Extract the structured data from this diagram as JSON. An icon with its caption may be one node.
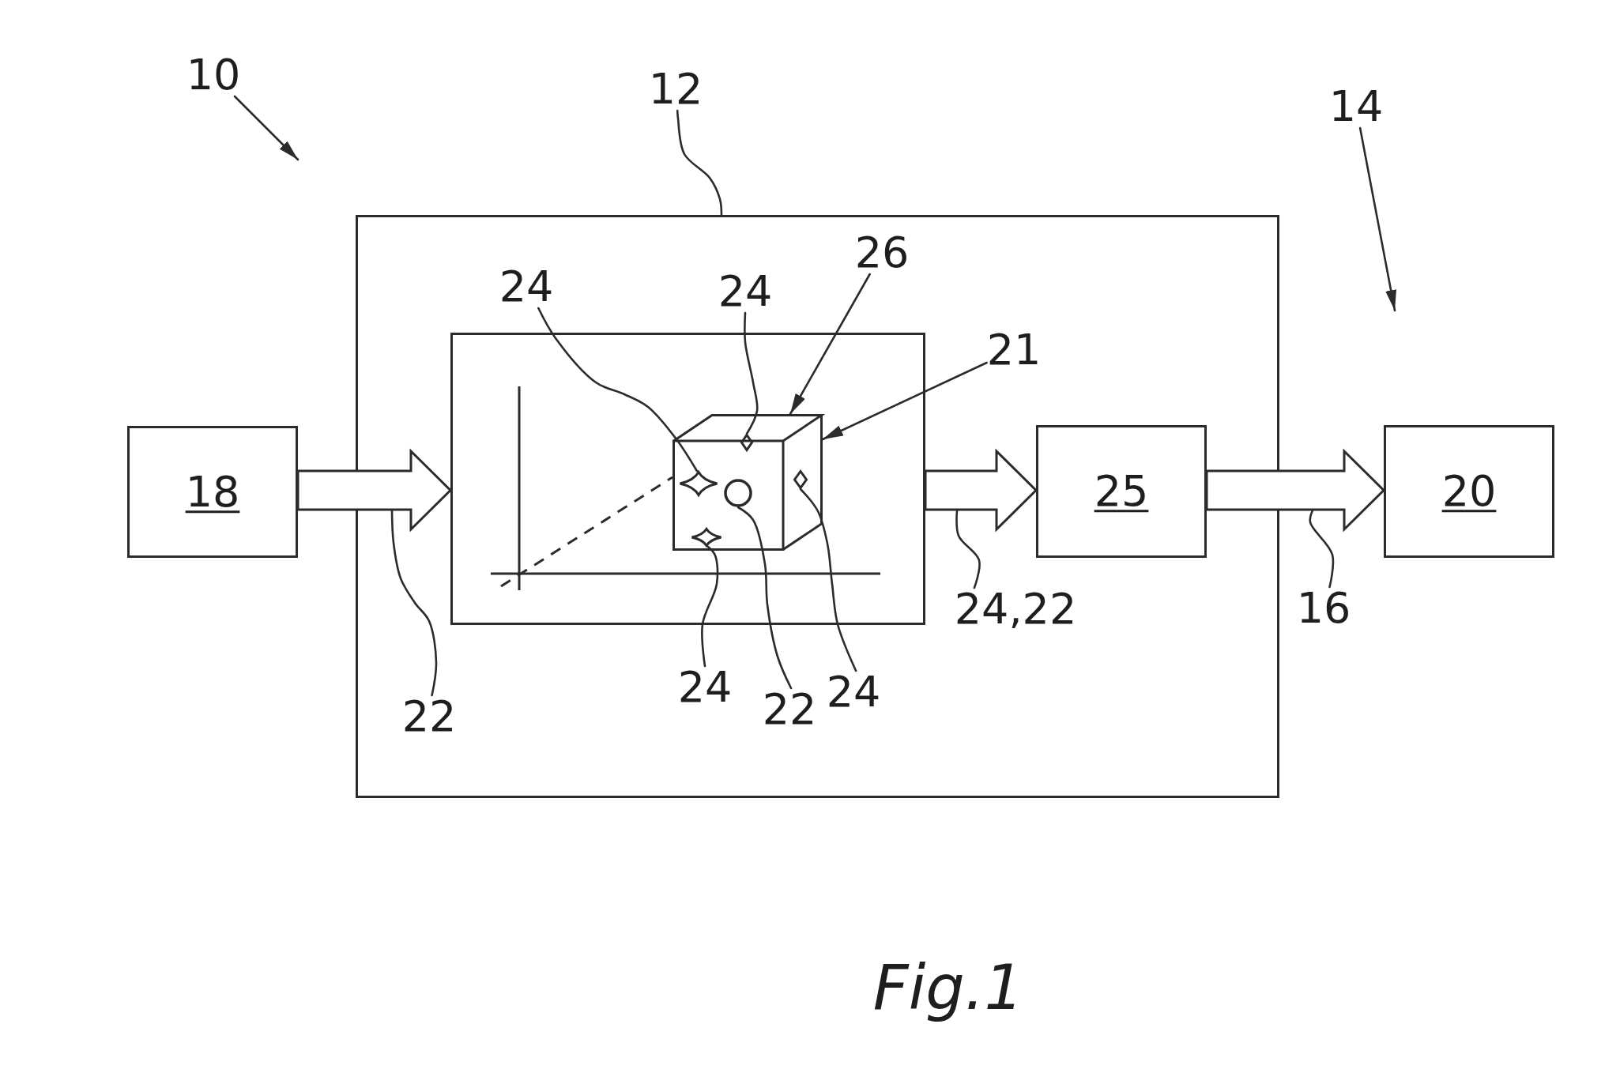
{
  "diagram": {
    "caption": "Fig.1",
    "nodes": [
      {
        "text": [
          "10"
        ]
      },
      {
        "text": [
          "12"
        ]
      },
      {
        "text": [
          "14"
        ]
      },
      {
        "text": [],
        "shape": "box"
      },
      {
        "text": [
          "26"
        ],
        "in": 3
      },
      {
        "text": [
          "24"
        ],
        "in": 3
      },
      {
        "text": [
          "24"
        ],
        "in": 3
      },
      {
        "text": [
          "21"
        ],
        "in": 3
      },
      {
        "text": [],
        "shape": "box",
        "in": 3
      },
      {
        "text": [],
        "shape": "cube",
        "in": 8
      },
      {
        "text": [],
        "shape": "diamond",
        "in": 9
      },
      {
        "text": [],
        "shape": "star",
        "in": 9
      },
      {
        "text": [],
        "shape": "circle",
        "in": 9
      },
      {
        "text": [],
        "shape": "diamond",
        "in": 9
      },
      {
        "text": [],
        "shape": "star",
        "in": 9
      },
      {
        "text": [
          "18"
        ]
      },
      {
        "text": [
          "25"
        ],
        "in": 3
      },
      {
        "text": [
          "20"
        ]
      },
      {
        "text": [
          "22"
        ],
        "in": 3
      },
      {
        "text": [
          "24,22"
        ],
        "in": 3
      },
      {
        "text": [
          "16"
        ]
      },
      {
        "text": [
          "24"
        ],
        "in": 3
      },
      {
        "text": [
          "22"
        ],
        "in": 3
      },
      {
        "text": [
          "24"
        ],
        "in": 3
      }
    ],
    "edges": [
      {
        "from": 0,
        "to": null,
        "arrow": "to"
      },
      {
        "from": 1,
        "to": 3,
        "arrow": "none"
      },
      {
        "from": 2,
        "to": null,
        "arrow": "to"
      },
      {
        "from": 4,
        "to": 9,
        "arrow": "to"
      },
      {
        "from": 5,
        "to": 11,
        "arrow": "none"
      },
      {
        "from": 6,
        "to": 10,
        "arrow": "none"
      },
      {
        "from": 7,
        "to": 9,
        "arrow": "to"
      },
      {
        "from": 15,
        "to": 8,
        "arrow": "to",
        "style": "thick"
      },
      {
        "from": 8,
        "to": 16,
        "arrow": "to",
        "style": "thick"
      },
      {
        "from": 16,
        "to": 17,
        "arrow": "to",
        "style": "thick"
      },
      {
        "from": 18,
        "to": null,
        "arrow": "none"
      },
      {
        "from": 19,
        "to": null,
        "arrow": "none"
      },
      {
        "from": 20,
        "to": null,
        "arrow": "none"
      },
      {
        "from": 21,
        "to": 14,
        "arrow": "none"
      },
      {
        "from": 22,
        "to": 12,
        "arrow": "none"
      },
      {
        "from": 23,
        "to": 13,
        "arrow": "none"
      }
    ]
  }
}
